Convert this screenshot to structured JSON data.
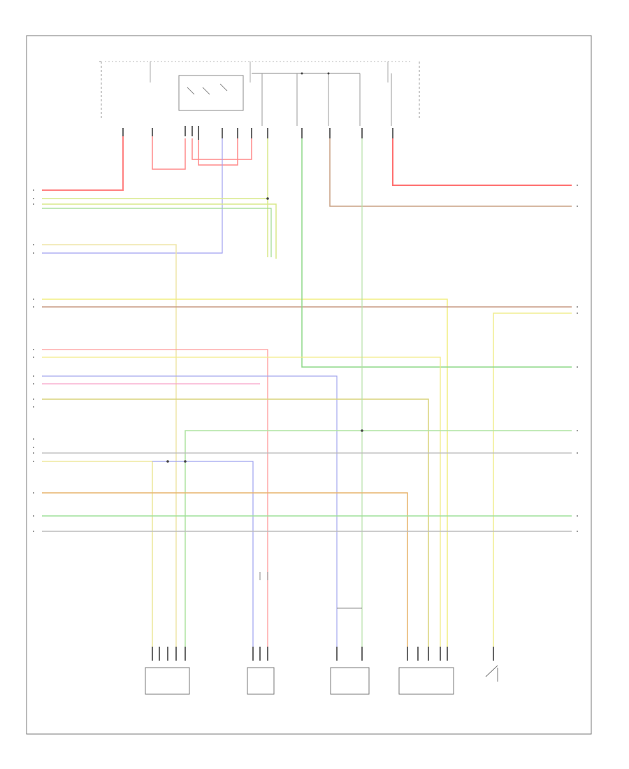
{
  "diagram": {
    "figure_number": "",
    "colors": {
      "red": "#ff7a7a",
      "green": "#86d97a",
      "yellow": "#f4ef8a",
      "blue": "#9a9cf2",
      "orange": "#e8b46c",
      "brown": "#c9a080",
      "gray": "#9a9a9a",
      "pink": "#f79ac4",
      "ltgreen": "#b4e6a0"
    },
    "components": [
      {
        "id": "fuse-left",
        "name": ""
      },
      {
        "id": "ignition-switch",
        "name": ""
      },
      {
        "id": "fuse-center",
        "name": ""
      },
      {
        "id": "fuse-right",
        "name": ""
      },
      {
        "id": "fuse-box-note",
        "name": ""
      },
      {
        "id": "splice-connector",
        "name": ""
      },
      {
        "id": "module-1",
        "name": ""
      },
      {
        "id": "module-2",
        "name": ""
      },
      {
        "id": "module-3",
        "name": ""
      },
      {
        "id": "module-4",
        "name": ""
      },
      {
        "id": "switch-5",
        "name": ""
      }
    ],
    "left_labels": [
      "",
      "",
      "",
      "",
      "",
      "",
      "",
      "",
      "",
      "",
      "",
      "",
      "",
      "",
      "",
      "",
      "",
      "",
      "",
      "",
      "",
      ""
    ],
    "right_labels": [
      "",
      "",
      "",
      "",
      "",
      "",
      "",
      "",
      "",
      "",
      ""
    ]
  }
}
